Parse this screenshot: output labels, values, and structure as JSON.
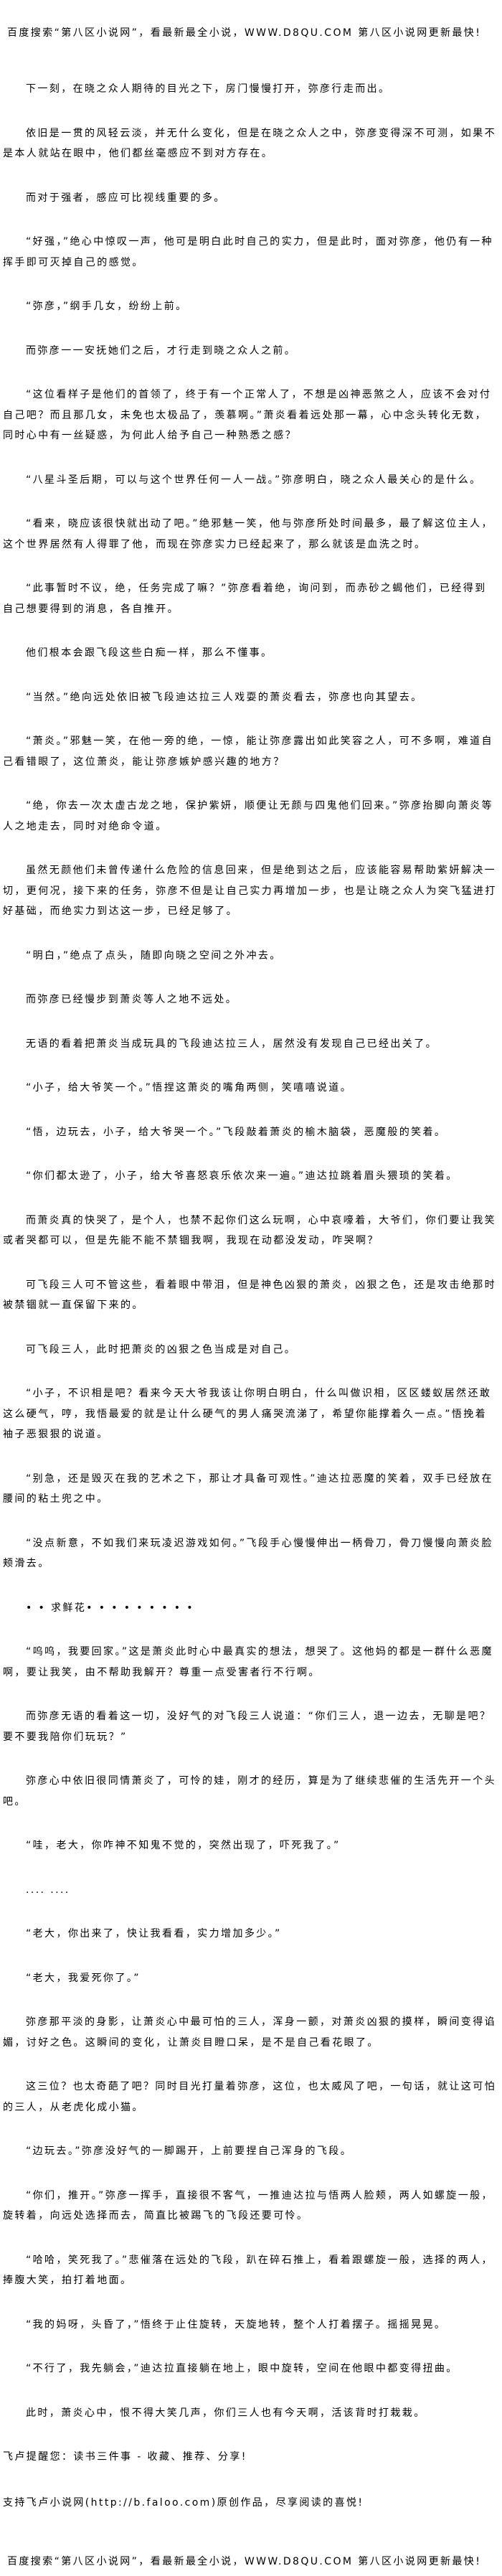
{
  "banner": "百度搜索“第八区小说网”，看最新最全小说，WWW.D8QU.COM   第八区小说网更新最快!",
  "paragraphs": [
    "下一刻，在晓之众人期待的目光之下，房门慢慢打开，弥彦行走而出。",
    "依旧是一贯的风轻云淡，并无什么变化，但是在晓之众人之中，弥彦变得深不可测，如果不是本人就站在眼中，他们都丝毫感应不到对方存在。",
    "而对于强者，感应可比视线重要的多。",
    "“好强，”绝心中惊叹一声，他可是明白此时自己的实力，但是此时，面对弥彦，他仍有一种挥手即可灭掉自己的感觉。",
    "“弥彦，”纲手几女，纷纷上前。",
    "而弥彦一一安抚她们之后，才行走到晓之众人之前。",
    "“这位看样子是他们的首领了，终于有一个正常人了，不想是凶神恶煞之人，应该不会对付自己吧？而且那几女，未免也太极品了，羡慕啊。”萧炎看着远处那一幕，心中念头转化无数，同时心中有一丝疑惑，为何此人给予自己一种熟悉之感？",
    "“八星斗圣后期，可以与这个世界任何一人一战。”弥彦明白，晓之众人最关心的是什么。",
    "“看来，晓应该很快就出动了吧。”绝邪魅一笑，他与弥彦所处时间最多，最了解这位主人，这个世界居然有人得罪了他，而现在弥彦实力已经起来了，那么就该是血洗之时。",
    "“此事暂时不议，绝，任务完成了嘛？”弥彦看着绝，询问到，而赤砂之蝎他们，已经得到自己想要得到的消息，各自推开。",
    "他们根本会跟飞段这些白痴一样，那么不懂事。",
    "“当然。”绝向远处依旧被飞段迪达拉三人戏耍的萧炎看去，弥彦也向其望去。",
    "“萧炎。”邪魅一笑，在他一旁的绝，一惊，能让弥彦露出如此笑容之人，可不多啊，难道自己看错眼了，这位萧炎，能让弥彦嫉妒感兴趣的地方？",
    "“绝，你去一次太虚古龙之地，保护紫妍，顺便让无颜与四鬼他们回来。”弥彦抬脚向萧炎等人之地走去，同时对绝命令道。",
    "虽然无颜他们未曾传递什么危险的信息回来，但是绝到达之后，应该能容易帮助紫妍解决一切，更何况，接下来的任务，弥彦不但是让自己实力再增加一步，也是让晓之众人为突飞猛进打好基础，而绝实力到达这一步，已经足够了。",
    "“明白，”绝点了点头，随即向晓之空间之外冲去。",
    "而弥彦已经慢步到萧炎等人之地不远处。",
    "无语的看着把萧炎当成玩具的飞段迪达拉三人，居然没有发现自己已经出关了。",
    "“小子，给大爷笑一个。”悟捏这萧炎的嘴角两侧，笑嘻嘻说道。",
    "“悟，边玩去，小子，给大爷哭一个。”飞段敲着萧炎的榆木脑袋，恶魔般的笑着。",
    "“你们都太逊了，小子，给大爷喜怒哀乐依次来一遍。”迪达拉跳着眉头猥琐的笑着。",
    "而萧炎真的快哭了，是个人，也禁不起你们这么玩啊，心中哀嚎着，大爷们，你们要让我笑或者哭都可以，但是先能不能不禁锢我啊，我现在动都没发动，咋哭啊？",
    "可飞段三人可不管这些，看着眼中带泪，但是神色凶狠的萧炎，凶狠之色，还是攻击绝那时被禁锢就一直保留下来的。",
    "可飞段三人，此时把萧炎的凶狠之色当成是对自己。",
    "“小子，不识相是吧？看来今天大爷我该让你明白明白，什么叫做识相，区区蝼蚁居然还敢这么硬气，哼，我悟最爱的就是让什么硬气的男人痛哭流涕了，希望你能撑着久一点。”悟挽着袖子恶狠狠的说道。",
    "“别急，还是毁灭在我的艺术之下，那让才具备可观性。”迪达拉恶魔的笑着，双手已经放在腰间的粘土兜之中。",
    "“没点新意，不如我们来玩凌迟游戏如何。”飞段手心慢慢伸出一柄骨刀，骨刀慢慢向萧炎脸颊滑去。",
    "• • 求鲜花• • • • •  • • • •",
    "“呜呜，我要回家。”这是萧炎此时心中最真实的想法，想哭了。这他妈的都是一群什么恶魔啊，要让我笑，由不帮助我解开？尊重一点受害者行不行啊。",
    "而弥彦无语的看着这一切，没好气的对飞段三人说道：“你们三人，退一边去，无聊是吧？要不要我陪你们玩玩？”",
    "弥彦心中依旧很同情萧炎了，可怜的娃，刚才的经历，算是为了继续悲催的生活先开一个头吧。",
    "“哇，老大，你咋神不知鬼不觉的，突然出现了，吓死我了。”",
    "....  ....",
    "“老大，你出来了，快让我看看，实力增加多少。”",
    "“老大，我爱死你了。”",
    "弥彦那平淡的身影，让萧炎心中最可怕的三人，浑身一颤，对萧炎凶狠的摸样，瞬间变得谄媚，讨好之色。这瞬间的变化，让萧炎目瞪口呆，是不是自己看花眼了。",
    "这三位？也太奇葩了吧？同时目光打量着弥彦，这位，也太威风了吧，一句话，就让这可怕的三人，从老虎化成小猫。",
    "“边玩去。”弥彦没好气的一脚踢开，上前要捏自己浑身的飞段。",
    "“你们，推开。”弥彦一挥手，直接很不客气，一推迪达拉与悟两人脸颊，两人如螺旋一般，旋转着，向远处选择而去，简直比被踢飞的飞段还要可怜。",
    "“哈哈，笑死我了。”悲催落在远处的飞段，趴在碎石推上，看着跟螺旋一般，选择的两人，捧腹大笑，拍打着地面。",
    "“我的妈呀，头昏了，”悟终于止住旋转，天旋地转，整个人打着摆子。摇摇晃晃。",
    "“不行了，我先躺会，”迪达拉直接躺在地上，眼中旋转，空间在他眼中都变得扭曲。",
    "此时，萧炎心中，恨不得大笑几声，你们三人也有今天啊，活该背时打栽栽。"
  ],
  "footer": {
    "reminder": "飞卢提醒您：读书三件事 - 收藏、推荐、分享!",
    "support": "支持飞卢小说网(http://b.faloo.com)原创作品，尽享阅读的喜悦!"
  }
}
